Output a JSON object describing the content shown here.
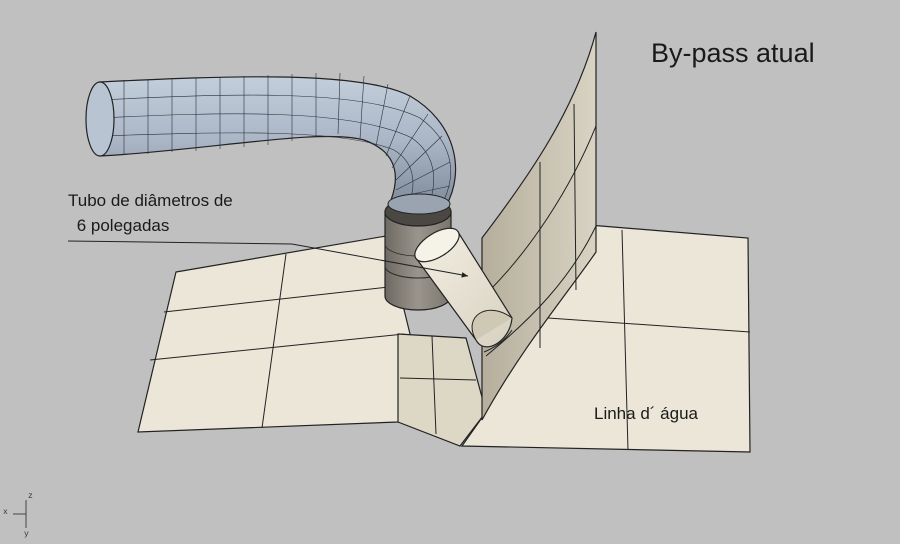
{
  "title": "By-pass atual",
  "annotations": {
    "tube_line1": "Tubo de diâmetros de",
    "tube_line2": " 6 polegadas",
    "water_line": "Linha d´ água"
  },
  "axes": {
    "x": "x",
    "y": "y",
    "z": "z"
  },
  "colors": {
    "background": "#c0c0c0",
    "deck": "#ece6d8",
    "hull": "#ddd7c6",
    "pipe": "#aab6c6",
    "cylinder": "#858077",
    "lines": "#222222"
  }
}
